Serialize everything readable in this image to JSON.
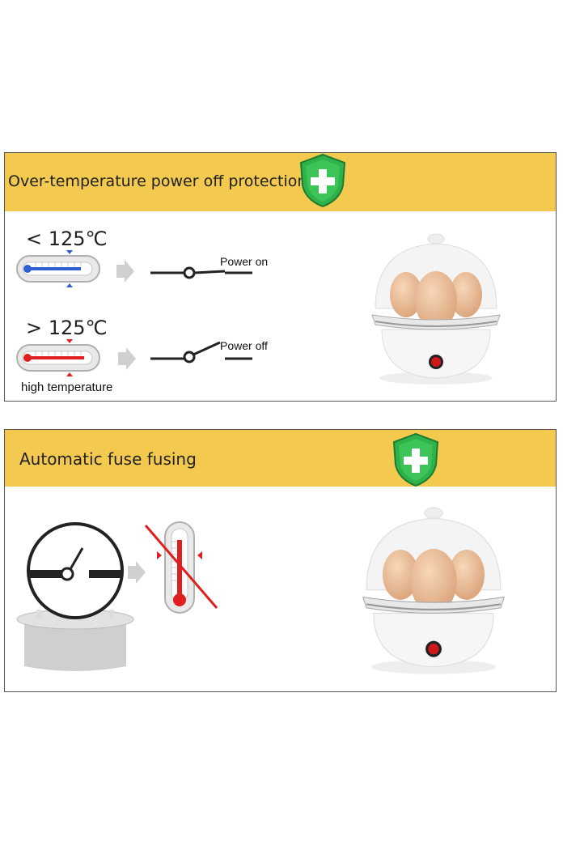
{
  "section1": {
    "title": "Over-temperature power off protection",
    "rows": [
      {
        "condition": "< 125℃",
        "switch_state": "Power on",
        "indicator_color": "#2f5fd0"
      },
      {
        "condition": "> 125℃",
        "switch_state": "Power off",
        "indicator_color": "#e02020"
      }
    ],
    "note": "high temperature",
    "icons": [
      "shield-plus-icon",
      "thermometer-icon",
      "arrow-right-icon",
      "switch-icon",
      "egg-cooker-image"
    ]
  },
  "section2": {
    "title": "Automatic fuse fusing",
    "icons": [
      "shield-plus-icon",
      "pressure-gauge-icon",
      "arrow-right-icon",
      "crossed-thermometer-icon",
      "egg-cooker-image"
    ]
  },
  "colors": {
    "banner": "#f3c94f",
    "shield": "#2fb24a",
    "cold": "#2f5fd0",
    "hot": "#e02020"
  }
}
